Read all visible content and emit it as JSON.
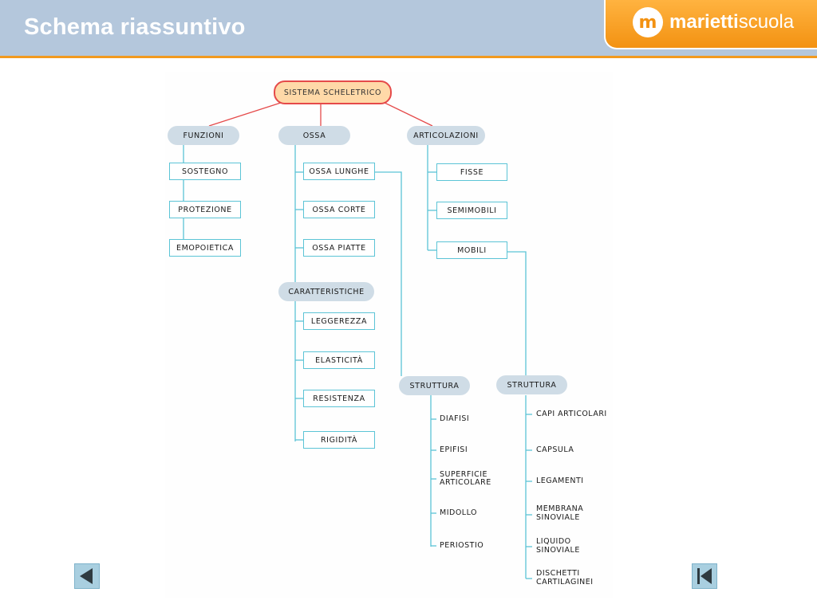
{
  "header": {
    "title": "Schema riassuntivo",
    "brand_bold": "marietti",
    "brand_light": "scuola",
    "brand_mark": "m"
  },
  "diagram": {
    "root": "SISTEMA SCHELETRICO",
    "branches": {
      "funzioni": {
        "label": "FUNZIONI",
        "items": [
          "SOSTEGNO",
          "PROTEZIONE",
          "EMOPOIETICA"
        ]
      },
      "ossa": {
        "label": "OSSA",
        "items": [
          "OSSA LUNGHE",
          "OSSA CORTE",
          "OSSA PIATTE"
        ],
        "caratteristiche": {
          "label": "CARATTERISTICHE",
          "items": [
            "LEGGEREZZA",
            "ELASTICITÀ",
            "RESISTENZA",
            "RIGIDITÀ"
          ]
        },
        "struttura": {
          "label": "STRUTTURA",
          "items": [
            "DIAFISI",
            "EPIFISI",
            "SUPERFICIE",
            "ARTICOLARE",
            "MIDOLLO",
            "PERIOSTIO"
          ]
        }
      },
      "articolazioni": {
        "label": "ARTICOLAZIONI",
        "items": [
          "FISSE",
          "SEMIMOBILI",
          "MOBILI"
        ],
        "struttura": {
          "label": "STRUTTURA",
          "items": [
            "CAPI ARTICOLARI",
            "CAPSULA",
            "LEGAMENTI",
            "MEMBRANA",
            "SINOVIALE",
            "LIQUIDO",
            "SINOVIALE",
            "DISCHETTI",
            "CARTILAGINEI"
          ]
        }
      }
    }
  },
  "nav": {
    "back_icon": "triangle-left-icon",
    "first_icon": "skip-to-first-icon"
  },
  "colors": {
    "header_bg": "#b4c7dc",
    "accent_orange": "#f29a1f",
    "connector_cyan": "#5cc4d6",
    "connector_red": "#e54a4a",
    "pill_bg": "#cfdce6",
    "root_fill": "#ffd9a8"
  }
}
